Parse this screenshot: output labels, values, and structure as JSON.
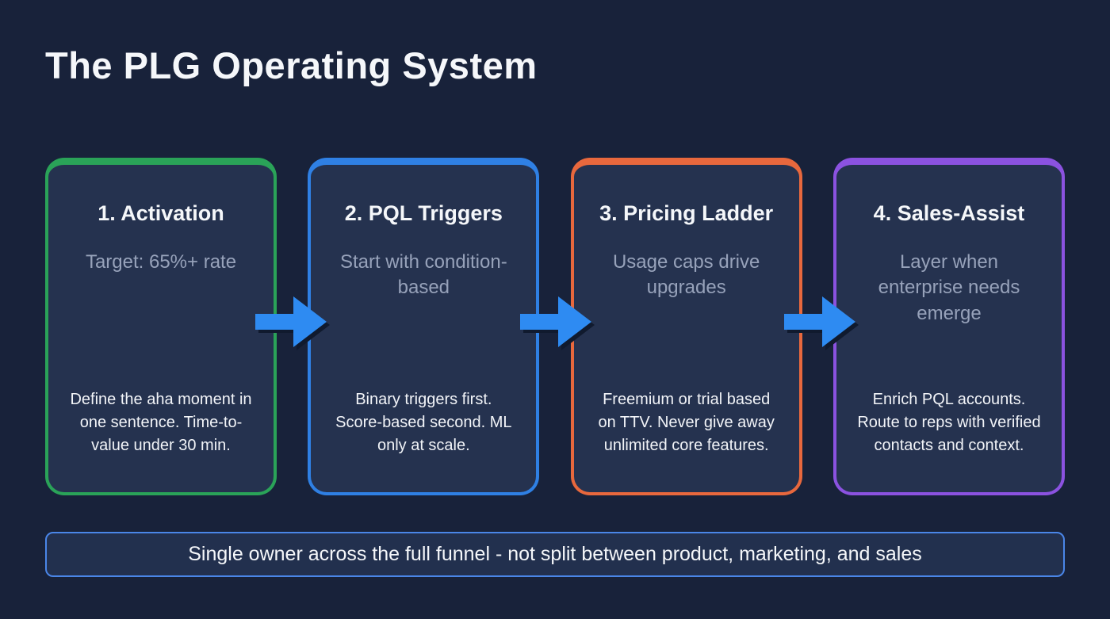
{
  "title": "The PLG Operating System",
  "colors": {
    "background": "#18223a",
    "card_bg": "#25324f",
    "arrow": "#2e8bf2",
    "arrow_shadow": "#101a2e",
    "banner_border": "#4a86e8",
    "banner_bg": "#22304e",
    "title_text": "#f5f7fa",
    "subtitle_text": "#97a2ba"
  },
  "cards": [
    {
      "title": "1. Activation",
      "subtitle": "Target: 65%+ rate",
      "body": "Define the aha moment in one sentence. Time-to-value under 30 min.",
      "accent": "#2aa358"
    },
    {
      "title": "2. PQL Triggers",
      "subtitle": "Start with condition-based",
      "body": "Binary triggers first. Score-based second. ML only at scale.",
      "accent": "#2f80e4"
    },
    {
      "title": "3. Pricing Ladder",
      "subtitle": "Usage caps drive upgrades",
      "body": "Freemium or trial based on TTV. Never give away unlimited core features.",
      "accent": "#e8683d"
    },
    {
      "title": "4. Sales-Assist",
      "subtitle": "Layer when enterprise needs emerge",
      "body": "Enrich PQL accounts. Route to reps with verified contacts and context.",
      "accent": "#8b52e0"
    }
  ],
  "banner": {
    "text": "Single owner across the full funnel - not split between product, marketing, and sales"
  }
}
